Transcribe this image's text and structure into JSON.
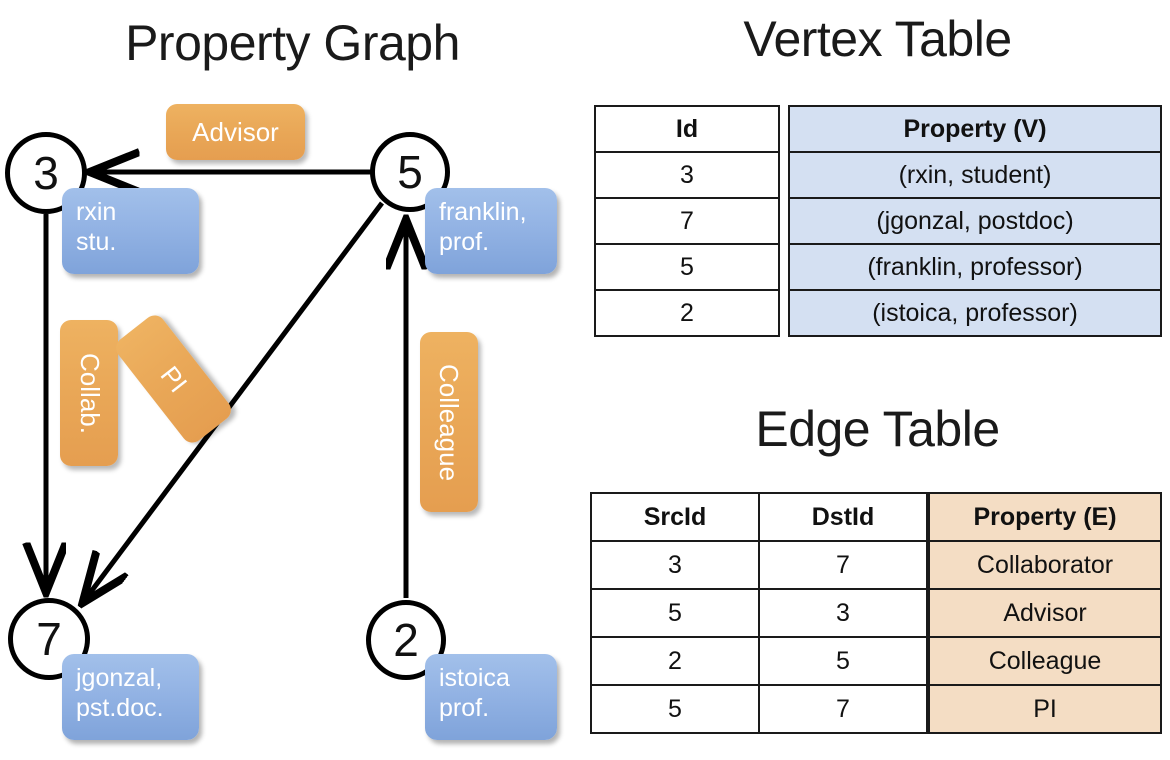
{
  "titles": {
    "property_graph": "Property Graph",
    "vertex_table": "Vertex Table",
    "edge_table": "Edge Table"
  },
  "colors": {
    "vertex_property_fill": "#d4e0f2",
    "edge_property_fill": "#f4ddc4",
    "node_property_box": "#93b3e4",
    "edge_label_box": "#e9a757",
    "stroke": "#000000"
  },
  "graph": {
    "nodes": [
      {
        "id": "3",
        "property_line1": "rxin",
        "property_line2": "stu."
      },
      {
        "id": "5",
        "property_line1": "franklin,",
        "property_line2": "prof."
      },
      {
        "id": "7",
        "property_line1": "jgonzal,",
        "property_line2": "pst.doc."
      },
      {
        "id": "2",
        "property_line1": "istoica",
        "property_line2": "prof."
      }
    ],
    "edge_labels": [
      {
        "name": "advisor",
        "text": "Advisor"
      },
      {
        "name": "collab",
        "text": "Collab."
      },
      {
        "name": "pi",
        "text": "PI"
      },
      {
        "name": "colleague",
        "text": "Colleague"
      }
    ]
  },
  "vertex_table": {
    "headers": [
      "Id",
      "Property (V)"
    ],
    "rows": [
      {
        "id": "3",
        "property": "(rxin, student)"
      },
      {
        "id": "7",
        "property": "(jgonzal, postdoc)"
      },
      {
        "id": "5",
        "property": "(franklin, professor)"
      },
      {
        "id": "2",
        "property": "(istoica, professor)"
      }
    ]
  },
  "edge_table": {
    "headers": [
      "SrcId",
      "DstId",
      "Property (E)"
    ],
    "rows": [
      {
        "src": "3",
        "dst": "7",
        "property": "Collaborator"
      },
      {
        "src": "5",
        "dst": "3",
        "property": "Advisor"
      },
      {
        "src": "2",
        "dst": "5",
        "property": "Colleague"
      },
      {
        "src": "5",
        "dst": "7",
        "property": "PI"
      }
    ]
  }
}
